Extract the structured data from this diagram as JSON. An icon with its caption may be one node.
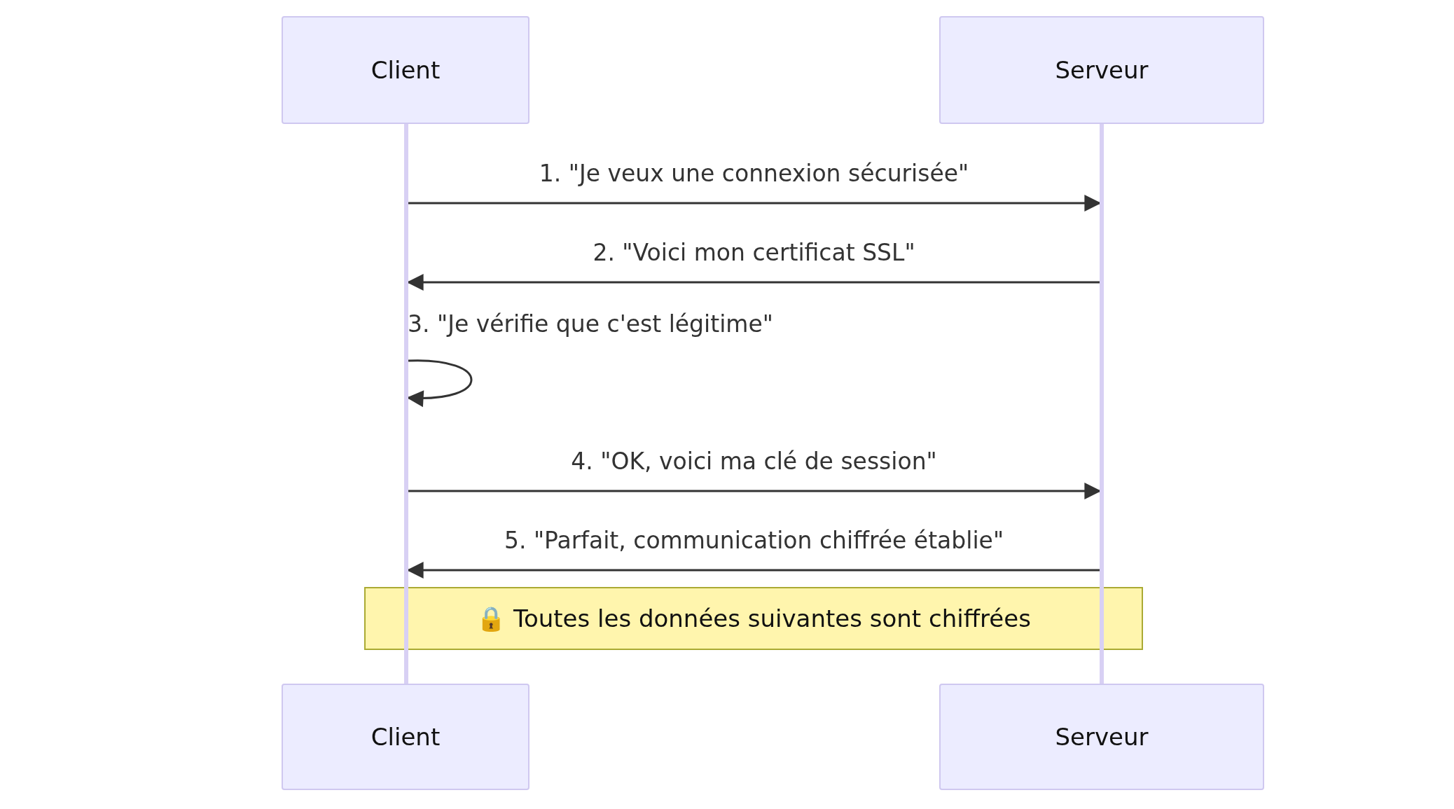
{
  "diagram": {
    "nodes": [
      {
        "text": [
          "Client"
        ]
      },
      {
        "text": [
          "Serveur"
        ]
      },
      {
        "text": [],
        "shape": "bar"
      },
      {
        "text": [],
        "shape": "bar"
      },
      {
        "text": [
          "🔒 Toutes les données suivantes sont chiffrées"
        ]
      },
      {
        "text": [
          "Client"
        ]
      },
      {
        "text": [
          "Serveur"
        ]
      }
    ],
    "edges": [
      {
        "from": 2,
        "to": 3,
        "arrow": "to",
        "label": "1. \"Je veux une connexion sécurisée\""
      },
      {
        "from": 3,
        "to": 2,
        "arrow": "to",
        "label": "2. \"Voici mon certificat SSL\""
      },
      {
        "from": 2,
        "to": 2,
        "arrow": "to",
        "label": "3. \"Je vérifie que c'est légitime\""
      },
      {
        "from": 2,
        "to": 3,
        "arrow": "to",
        "label": "4. \"OK, voici ma clé de session\""
      },
      {
        "from": 3,
        "to": 2,
        "arrow": "to",
        "label": "5. \"Parfait, communication chiffrée établie\""
      }
    ]
  }
}
